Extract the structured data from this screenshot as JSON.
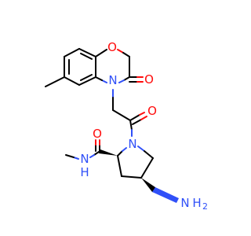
{
  "colors": {
    "carbon_bond": "#000000",
    "oxygen": "#ff0d0d",
    "nitrogen": "#3050f8",
    "background": "#ffffff"
  },
  "atoms": {
    "ring_oxygen": "O",
    "lactam_nitrogen": "N",
    "lactam_carbonyl_oxygen": "O",
    "acyl_carbonyl_oxygen": "O",
    "pyrrolidine_nitrogen": "N",
    "amide_carbonyl_oxygen": "O",
    "amide_nitrogen": "N",
    "amide_hydrogen": "H",
    "amino_nitrogen": "N",
    "amino_hydrogen": "H",
    "amino_hydrogen_count": "2"
  }
}
